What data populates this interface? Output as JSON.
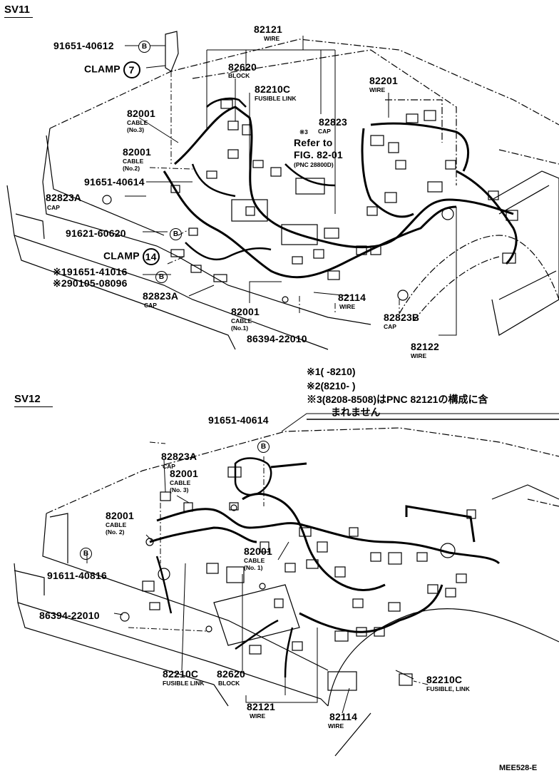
{
  "sections": {
    "top": "SV11",
    "bottom": "SV12"
  },
  "top": {
    "part_91651_40612": "91651-40612",
    "clamp_label": "CLAMP",
    "clamp_7": "7",
    "b_mark": "B",
    "p82121": "82121",
    "p82121_sub": "WIRE",
    "p82620": "82620",
    "p82620_sub": "BLOCK",
    "p82210c": "82210C",
    "p82210c_sub": "FUSIBLE LINK",
    "p82201": "82201",
    "p82201_sub": "WIRE",
    "p82001_no3": "82001",
    "p82001_no3_sub1": "CABLE",
    "p82001_no3_sub2": "(No.3)",
    "p82823": "82823",
    "p82823_note": "※3",
    "p82823_sub": "CAP",
    "refer1": "Refer to",
    "refer2": "FIG. 82-01",
    "refer3": "(PNC 28800D)",
    "p82001_no2": "82001",
    "p82001_no2_sub1": "CABLE",
    "p82001_no2_sub2": "(No.2)",
    "p91651_40614": "91651-40614",
    "p82823a": "82823A",
    "p82823a_sub": "CAP",
    "p91621_60620": "91621-60620",
    "clamp_14": "14",
    "p191651_41016": "※191651-41016",
    "p290105_08096": "※290105-08096",
    "p82823a_2": "82823A",
    "p82823a_2_sub": "CAP",
    "p82001_no1": "82001",
    "p82001_no1_sub1": "CABLE",
    "p82001_no1_sub2": "(No.1)",
    "p82114": "82114",
    "p82114_sub": "WIRE",
    "p82823b": "82823B",
    "p82823b_sub": "CAP",
    "p86394": "86394-22010",
    "p82122": "82122",
    "p82122_sub": "WIRE"
  },
  "notes": {
    "n1": "※1(        -8210)",
    "n2": "※2(8210-         )",
    "n3": "※3(8208-8508)はPNC 82121の構成に含",
    "n3b": "まれません"
  },
  "bottom": {
    "p91651_40614": "91651-40614",
    "b_mark": "B",
    "p82823a": "82823A",
    "p82823a_sub": "CAP",
    "p82001_no3": "82001",
    "p82001_no3_sub1": "CABLE",
    "p82001_no3_sub2": "(No. 3)",
    "p82001_no2": "82001",
    "p82001_no2_sub1": "CABLE",
    "p82001_no2_sub2": "(No. 2)",
    "p82001_no1": "82001",
    "p82001_no1_sub1": "CABLE",
    "p82001_no1_sub2": "(No. 1)",
    "p91611_40816": "91611-40816",
    "p86394": "86394-22010",
    "p82210c": "82210C",
    "p82210c_sub": "FUSIBLE LINK",
    "p82620": "82620",
    "p82620_sub": "BLOCK",
    "p82121": "82121",
    "p82121_sub": "WIRE",
    "p82114": "82114",
    "p82114_sub": "WIRE",
    "p82210c_2": "82210C",
    "p82210c_2_sub": "FUSIBLE, LINK"
  },
  "footer": {
    "code": "MEE528-E"
  }
}
